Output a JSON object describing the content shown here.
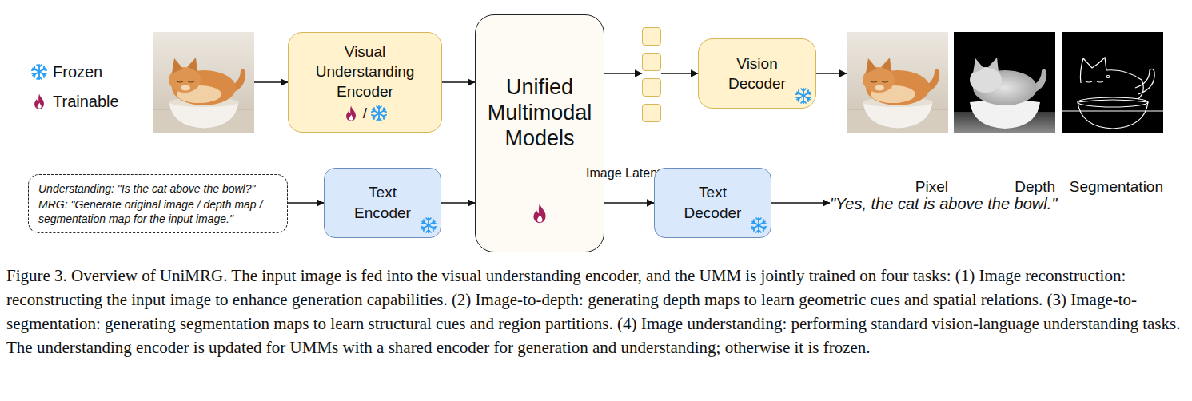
{
  "diagram": {
    "caption": "Figure 3. Overview of UniMRG. The input image is fed into the visual understanding encoder, and the UMM is jointly trained on four tasks: (1) Image reconstruction: reconstructing the input image to enhance generation capabilities. (2) Image-to-depth: generating depth maps to learn geometric cues and spatial relations. (3) Image-to-segmentation: generating segmentation maps to learn structural cues and region partitions. (4) Image understanding: performing standard vision-language understanding tasks. The understanding encoder is updated for UMMs with a shared encoder for generation and understanding; otherwise it is frozen.",
    "nodes": [
      {
        "text": [
          "Input Image"
        ]
      },
      {
        "text": [
          "Visual Understanding Encoder",
          "/"
        ]
      },
      {
        "text": [
          "Unified Multimodal Models"
        ]
      },
      {
        "text": [
          "Image Latents"
        ]
      },
      {
        "text": [
          "Vision Decoder"
        ]
      },
      {
        "text": [
          "Pixel"
        ]
      },
      {
        "text": [
          "Depth"
        ]
      },
      {
        "text": [
          "Segmentation"
        ]
      },
      {
        "text": [
          "Understanding: \"Is the cat above the bowl?\"",
          "MRG: \"Generate original image / depth map / segmentation map for the input image.\""
        ]
      },
      {
        "text": [
          "Text Encoder"
        ]
      },
      {
        "text": [
          "Text Decoder"
        ]
      },
      {
        "text": [
          "\"Yes, the cat is above the bowl.\""
        ]
      }
    ],
    "edges": [
      {
        "from": 0,
        "to": 1,
        "arrow": "to"
      },
      {
        "from": 1,
        "to": 2,
        "arrow": "to"
      },
      {
        "from": 2,
        "to": 3,
        "arrow": "to"
      },
      {
        "from": 3,
        "to": 4,
        "arrow": "to"
      },
      {
        "from": 4,
        "to": 5,
        "arrow": "to"
      },
      {
        "from": 8,
        "to": 9,
        "arrow": "to"
      },
      {
        "from": 9,
        "to": 2,
        "arrow": "to"
      },
      {
        "from": 2,
        "to": 10,
        "arrow": "to"
      },
      {
        "from": 10,
        "to": 11,
        "arrow": "to"
      }
    ],
    "legend": [
      {
        "text": "Frozen"
      },
      {
        "text": "Trainable"
      }
    ]
  }
}
